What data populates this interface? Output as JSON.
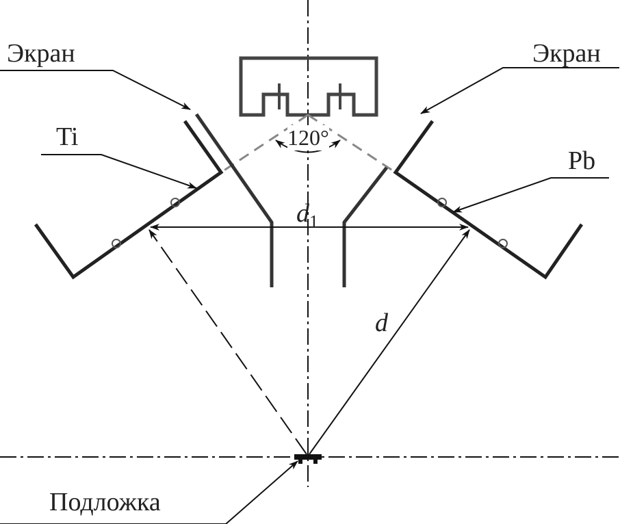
{
  "labels": {
    "screen_left": "Экран",
    "screen_right": "Экран",
    "ti": "Ti",
    "pb": "Pb",
    "angle": "120°",
    "d1": "d",
    "d1_sub": "1",
    "d": "d",
    "substrate": "Подложка"
  }
}
